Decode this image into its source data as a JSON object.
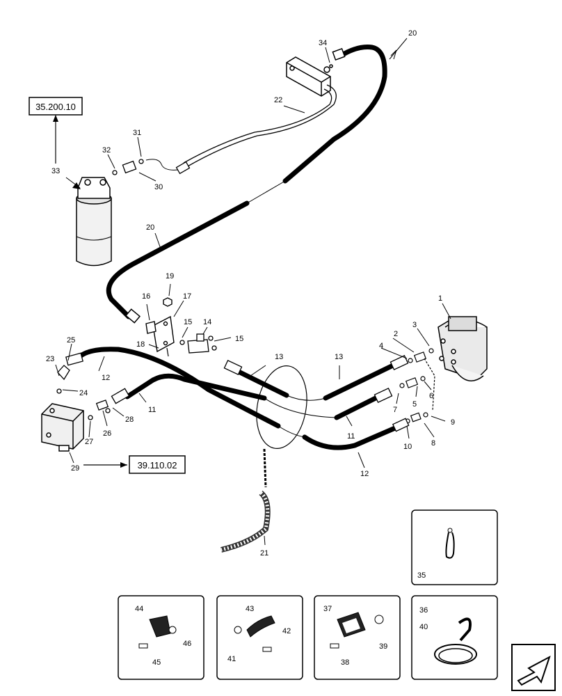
{
  "references": {
    "ref_top": "35.200.10",
    "ref_bottom": "39.110.02"
  },
  "callouts": {
    "c1": "1",
    "c2": "2",
    "c3": "3",
    "c4": "4",
    "c5": "5",
    "c6": "6",
    "c7": "7",
    "c8": "8",
    "c9": "9",
    "c10": "10",
    "c11a": "11",
    "c11b": "11",
    "c12a": "12",
    "c12b": "12",
    "c13a": "13",
    "c13b": "13",
    "c14": "14",
    "c15a": "15",
    "c15b": "15",
    "c16": "16",
    "c17": "17",
    "c18": "18",
    "c19": "19",
    "c20a": "20",
    "c20b": "20",
    "c21": "21",
    "c22": "22",
    "c23": "23",
    "c24": "24",
    "c25": "25",
    "c26": "26",
    "c27": "27",
    "c28": "28",
    "c29": "29",
    "c30": "30",
    "c31": "31",
    "c32": "32",
    "c33": "33",
    "c34": "34",
    "c35": "35",
    "c36": "36",
    "c37": "37",
    "c38": "38",
    "c39": "39",
    "c40": "40",
    "c41": "41",
    "c42": "42",
    "c43": "43",
    "c44": "44",
    "c45": "45",
    "c46": "46"
  },
  "icons": {
    "nav": "next-page-arrow-icon"
  }
}
